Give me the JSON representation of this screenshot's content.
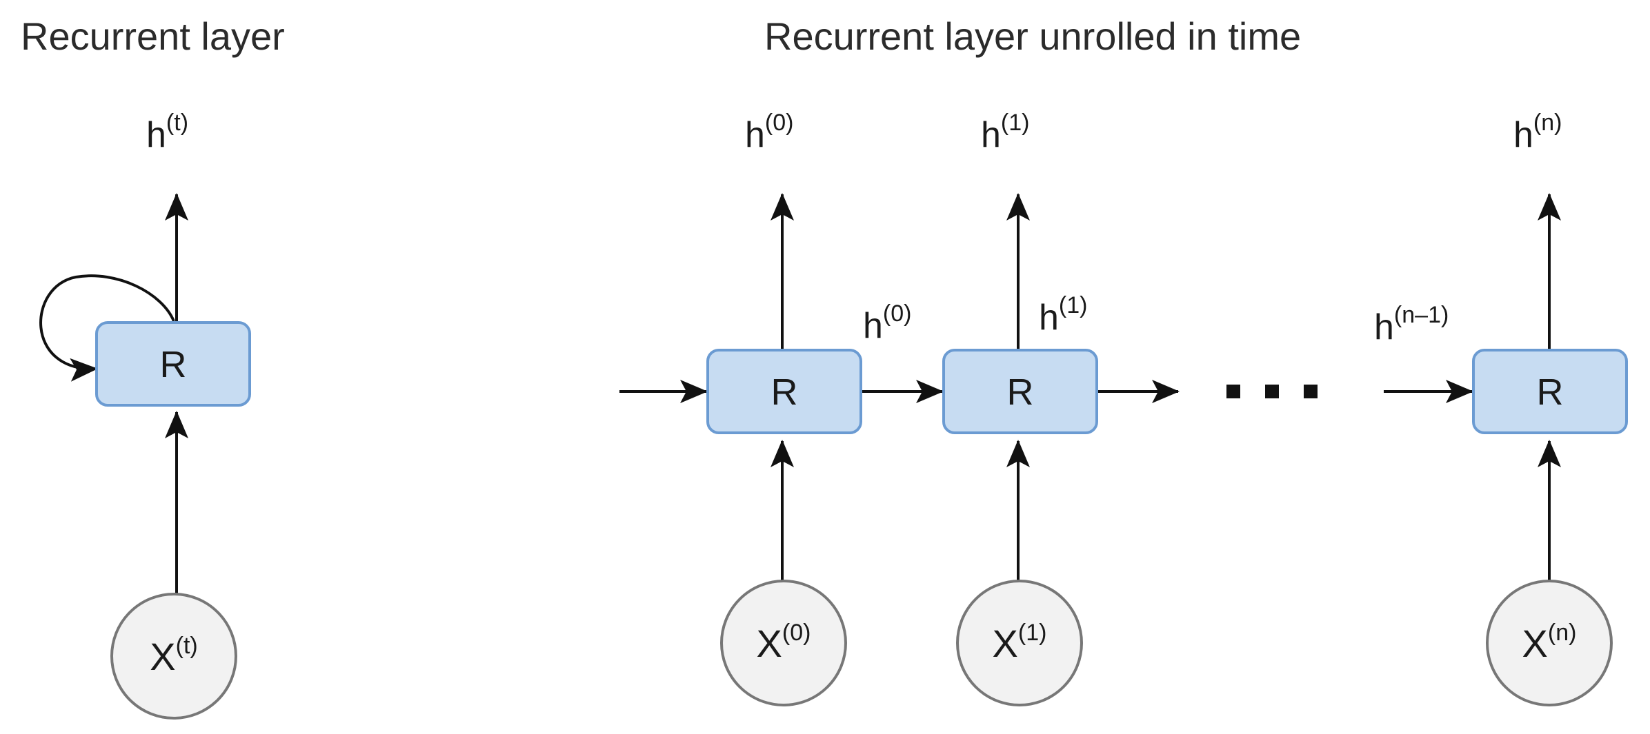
{
  "titles": {
    "left": "Recurrent layer",
    "right": "Recurrent layer unrolled in time"
  },
  "recurrent_cell_label": "R",
  "input_base": "X",
  "hidden_base": "h",
  "left_sup": "(t)",
  "unrolled": {
    "output_sups": [
      "(0)",
      "(1)",
      "(n)"
    ],
    "input_sups": [
      "(0)",
      "(1)",
      "(n)"
    ],
    "transition_sups": [
      "(0)",
      "(1)",
      "(n–1)"
    ]
  },
  "colors": {
    "cell_fill": "#c7dcf2",
    "cell_stroke": "#6b9bd2",
    "input_fill": "#f2f2f2",
    "input_stroke": "#777777"
  }
}
